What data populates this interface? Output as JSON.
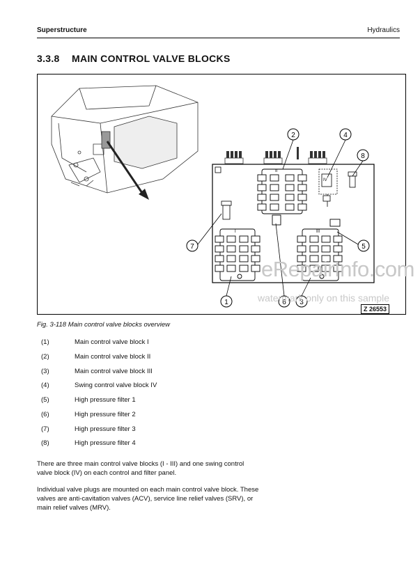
{
  "header": {
    "left": "Superstructure",
    "right": "Hydraulics"
  },
  "section": {
    "number": "3.3.8",
    "title": "MAIN CONTROL VALVE BLOCKS"
  },
  "figure": {
    "callouts": [
      "1",
      "2",
      "3",
      "4",
      "5",
      "6",
      "7",
      "8"
    ],
    "block_labels": [
      "I",
      "II",
      "III",
      "IV"
    ],
    "id": "Z 26553",
    "watermark_main": "eRepairInfo.com",
    "watermark_sub": "watermark only on this sample",
    "caption": "Fig. 3-118 Main control valve blocks overview"
  },
  "legend": [
    {
      "num": "(1)",
      "text": "Main control valve block I"
    },
    {
      "num": "(2)",
      "text": "Main control valve block II"
    },
    {
      "num": "(3)",
      "text": "Main control valve block III"
    },
    {
      "num": "(4)",
      "text": "Swing control valve block IV"
    },
    {
      "num": "(5)",
      "text": "High pressure filter 1"
    },
    {
      "num": "(6)",
      "text": "High pressure filter 2"
    },
    {
      "num": "(7)",
      "text": "High pressure filter 3"
    },
    {
      "num": "(8)",
      "text": "High pressure filter 4"
    }
  ],
  "paragraphs": [
    "There are three main control valve blocks (I - III) and one swing control valve block (IV) on each control and filter panel.",
    "Individual valve plugs are mounted on each main control valve block. These valves are anti-cavitation valves (ACV), service line relief valves (SRV), or main relief valves (MRV)."
  ]
}
